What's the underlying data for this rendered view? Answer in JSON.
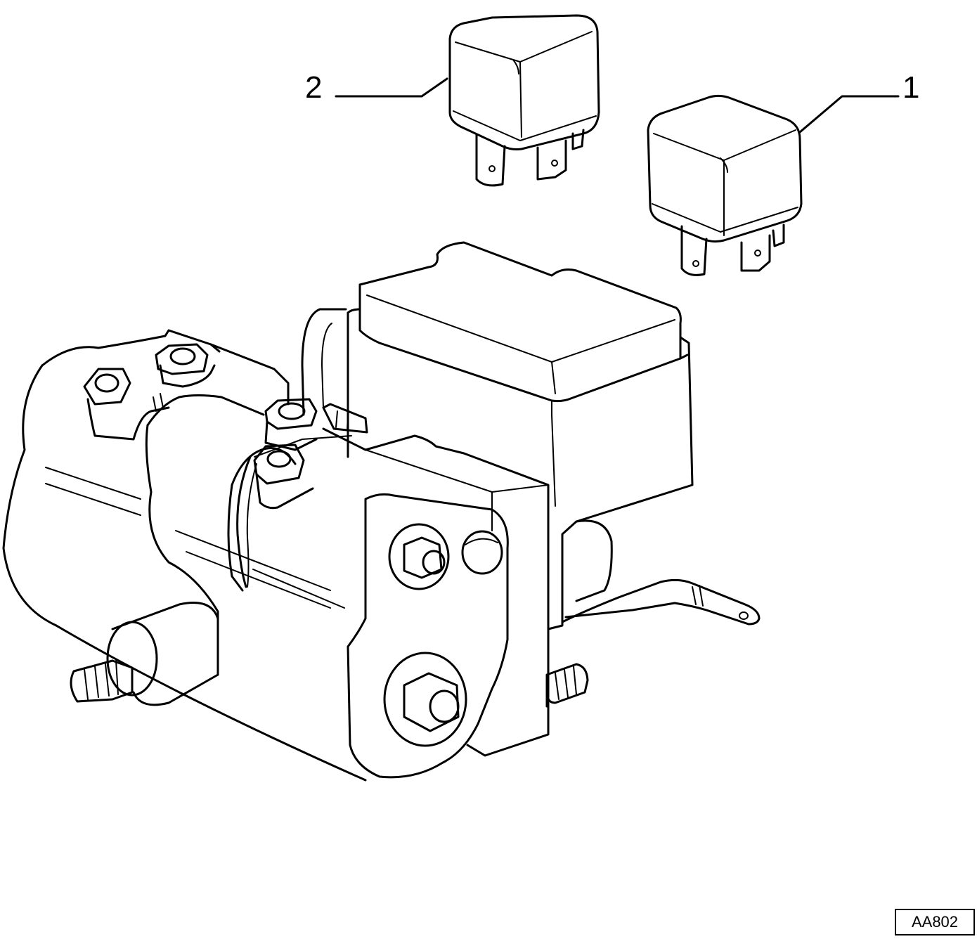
{
  "callouts": [
    {
      "number": "2",
      "part": "relay"
    },
    {
      "number": "1",
      "part": "relay"
    }
  ],
  "reference_code": "AA802",
  "colors": {
    "line": "#000000",
    "background": "#ffffff"
  }
}
